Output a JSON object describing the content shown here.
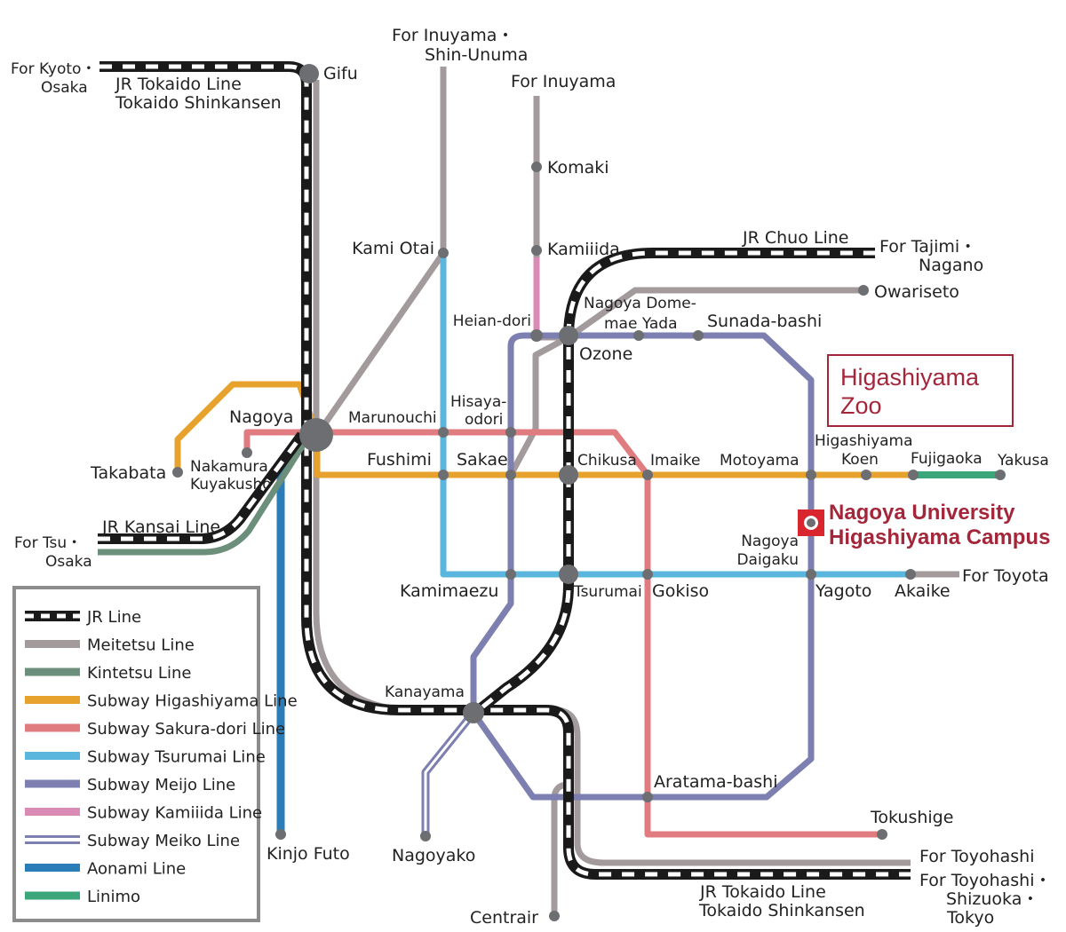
{
  "colors": {
    "jr": "#1a1a1a",
    "meitetsu": "#a39a9c",
    "kintetsu": "#6b8f7a",
    "higashiyama": "#e6a22c",
    "sakuradori": "#e07b80",
    "tsurumai": "#5ab6dd",
    "meijo": "#7c7fb0",
    "kamiiida": "#d98bb5",
    "meiko": "#7c7fb0",
    "aonami": "#2b7db8",
    "linimo": "#3aa67a",
    "station": "#6d6e71",
    "accent": "#a4263a"
  },
  "map": {
    "stations": {
      "gifu": "Gifu",
      "kami_otai": "Kami Otai",
      "komaki": "Komaki",
      "kamiiida": "Kamiiida",
      "heian_dori": "Heian-dori",
      "nagoya_dome_1": "Nagoya Dome-",
      "nagoya_dome_2": "mae Yada",
      "ozone": "Ozone",
      "sunada_bashi": "Sunada-bashi",
      "owariseto": "Owariseto",
      "nagoya": "Nagoya",
      "marunouchi": "Marunouchi",
      "hisaya_1": "Hisaya-",
      "hisaya_2": "odori",
      "takabata": "Takabata",
      "nakamura_1": "Nakamura",
      "nakamura_2": "Kuyakusho",
      "fushimi": "Fushimi",
      "sakae": "Sakae",
      "chikusa": "Chikusa",
      "imaike": "Imaike",
      "motoyama": "Motoyama",
      "higashiyama_koen_1": "Higashiyama",
      "higashiyama_koen_2": "Koen",
      "fujigaoka": "Fujigaoka",
      "yakusa": "Yakusa",
      "nagoya_daigaku_1": "Nagoya",
      "nagoya_daigaku_2": "Daigaku",
      "kamimaezu": "Kamimaezu",
      "tsurumai": "Tsurumai",
      "gokiso": "Gokiso",
      "yagoto": "Yagoto",
      "akaike": "Akaike",
      "kanayama": "Kanayama",
      "aratama_bashi": "Aratama-bashi",
      "tokushige": "Tokushige",
      "kinjo_futo": "Kinjo Futo",
      "nagoyako": "Nagoyako",
      "centrair": "Centrair"
    },
    "directions": {
      "kyoto_1": "For Kyoto・",
      "kyoto_2": "Osaka",
      "inuyama_shin_1": "For Inuyama・",
      "inuyama_shin_2": "Shin-Unuma",
      "inuyama": "For Inuyama",
      "tajimi_1": "For Tajimi・",
      "tajimi_2": "Nagano",
      "tsu_1": "For Tsu・",
      "tsu_2": "Osaka",
      "toyota": "For Toyota",
      "toyohashi": "For Toyohashi",
      "toyohashi_tokyo_1": "For Toyohashi・",
      "toyohashi_tokyo_2": "Shizuoka・",
      "toyohashi_tokyo_3": "Tokyo"
    },
    "line_labels": {
      "jr_tokaido_top_1": "JR Tokaido Line",
      "jr_tokaido_top_2": "Tokaido Shinkansen",
      "jr_chuo": "JR Chuo Line",
      "jr_kansai": "JR Kansai Line",
      "jr_tokaido_bottom_1": "JR Tokaido Line",
      "jr_tokaido_bottom_2": "Tokaido Shinkansen"
    },
    "landmarks": {
      "zoo_1": "Higashiyama",
      "zoo_2": "Zoo",
      "university_1": "Nagoya University",
      "university_2": "Higashiyama Campus"
    }
  },
  "legend": {
    "items": [
      {
        "label": "JR Line",
        "style": "jr"
      },
      {
        "label": "Meitetsu Line",
        "style": "meitetsu"
      },
      {
        "label": "Kintetsu Line",
        "style": "kintetsu"
      },
      {
        "label": "Subway Higashiyama Line",
        "style": "higashiyama"
      },
      {
        "label": "Subway Sakura-dori Line",
        "style": "sakuradori"
      },
      {
        "label": "Subway Tsurumai Line",
        "style": "tsurumai"
      },
      {
        "label": "Subway Meijo Line",
        "style": "meijo"
      },
      {
        "label": "Subway Kamiiida Line",
        "style": "kamiiida"
      },
      {
        "label": "Subway Meiko Line",
        "style": "meiko"
      },
      {
        "label": "Aonami Line",
        "style": "aonami"
      },
      {
        "label": "Linimo",
        "style": "linimo"
      }
    ]
  }
}
